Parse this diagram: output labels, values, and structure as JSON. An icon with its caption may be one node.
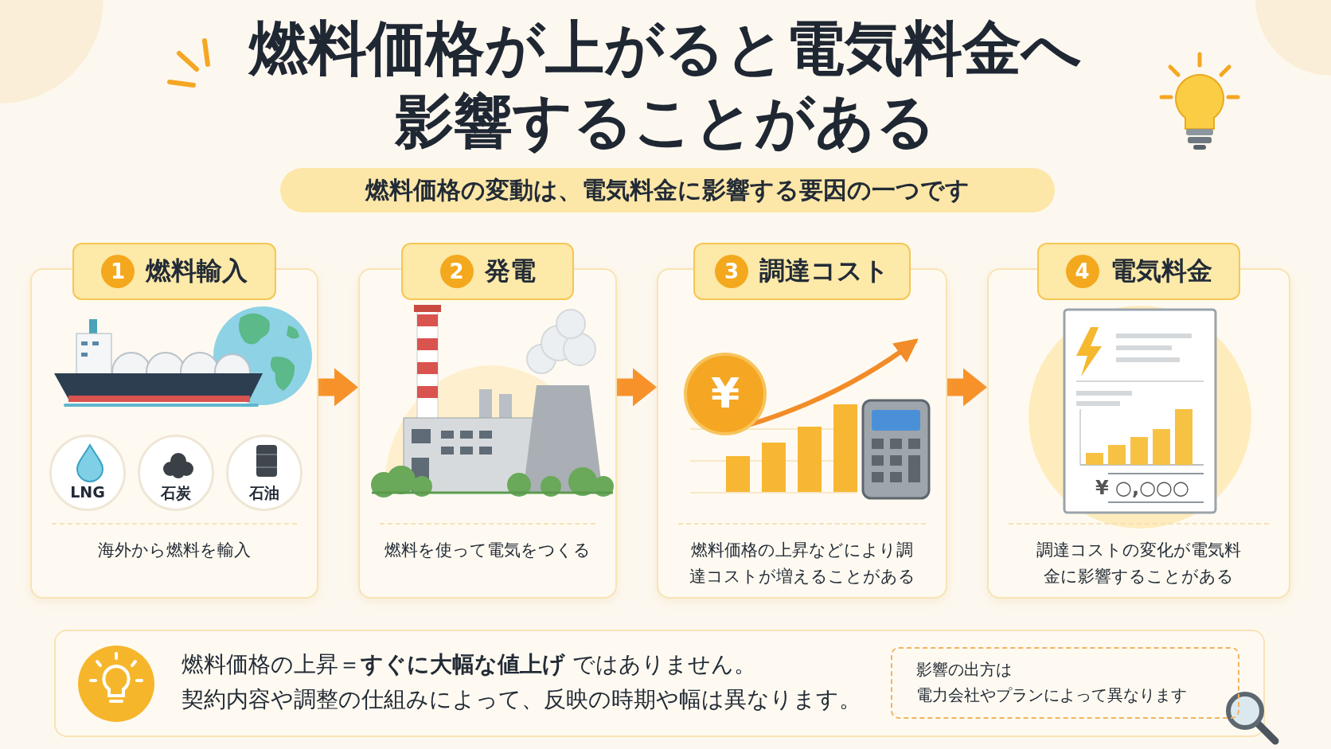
{
  "diagram": {
    "title": "燃料価格が上がると電気料金へ**影響する**ことがある",
    "nodes": [
      {
        "text": [
          "燃料輸入",
          "海外から燃料を輸入"
        ]
      },
      {
        "text": [
          "LNG"
        ],
        "in": 0
      },
      {
        "text": [
          "石炭"
        ],
        "in": 0
      },
      {
        "text": [
          "石油"
        ],
        "in": 0
      },
      {
        "text": [
          "発電",
          "燃料を使って電気をつくる"
        ]
      },
      {
        "text": [
          "調達コスト",
          "燃料価格の上昇などにより調達コストが増えることがある"
        ]
      },
      {
        "text": [
          "電気料金",
          "調達コストの変化が電気料金に影響することがある"
        ]
      },
      {
        "text": [
          "燃料価格の上昇＝**すぐに大幅な値上げ** ではありません。",
          "契約内容や調整の仕組みによって、反映の時期や幅は異なります。"
        ]
      },
      {
        "text": [
          "影響の出方は",
          "電力会社やプランによって異なります"
        ],
        "in": 7
      }
    ],
    "edges": [
      {
        "from": 0,
        "to": 4,
        "arrow": "to"
      },
      {
        "from": 4,
        "to": 5,
        "arrow": "to"
      },
      {
        "from": 5,
        "to": 6,
        "arrow": "to"
      }
    ],
    "labels": [
      "燃料価格の変動は、電気料金に影響する要因の一つです",
      "1",
      "2",
      "3",
      "4",
      "¥",
      "¥ ○,○○○"
    ]
  }
}
